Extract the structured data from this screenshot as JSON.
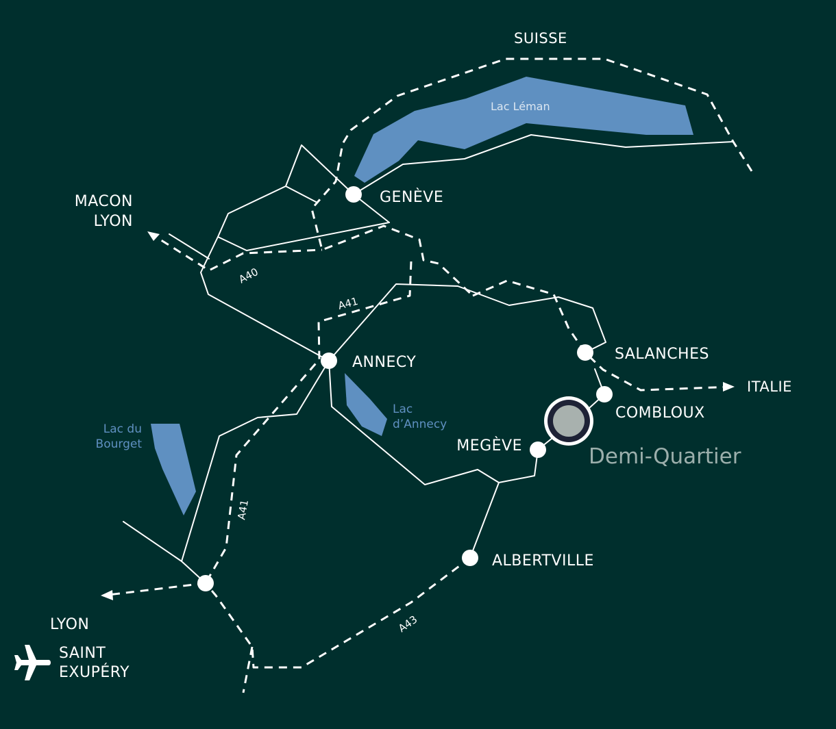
{
  "map": {
    "colors": {
      "background": "#002f2d",
      "lake": "#5f90c1",
      "road": "#ffffff",
      "highlight_fill": "#a8b1ae",
      "highlight_ring": "#1e2236",
      "highlight_text": "#9cafac"
    },
    "regions": {
      "suisse": "SUISSE",
      "italie": "ITALIE"
    },
    "lakes": {
      "leman": "Lac Léman",
      "annecy_line1": "Lac",
      "annecy_line2": "d’Annecy",
      "bourget_line1": "Lac du",
      "bourget_line2": "Bourget"
    },
    "cities": {
      "geneve": "GENÈVE",
      "macon": "MACON",
      "lyon_north": "LYON",
      "annecy": "ANNECY",
      "salanches": "SALANCHES",
      "combloux": "COMBLOUX",
      "megeve": "MEGÈVE",
      "albertville": "ALBERTVILLE",
      "lyon_south": "LYON",
      "saint": "SAINT",
      "exupery": "EXUPÉRY"
    },
    "highlight": {
      "name": "Demi-Quartier"
    },
    "roads": {
      "a40": "A40",
      "a41_north": "A41",
      "a41_south": "A41",
      "a43": "A43"
    },
    "icons": {
      "airport": "airplane-icon",
      "arrows": "arrow-head-icon"
    }
  }
}
